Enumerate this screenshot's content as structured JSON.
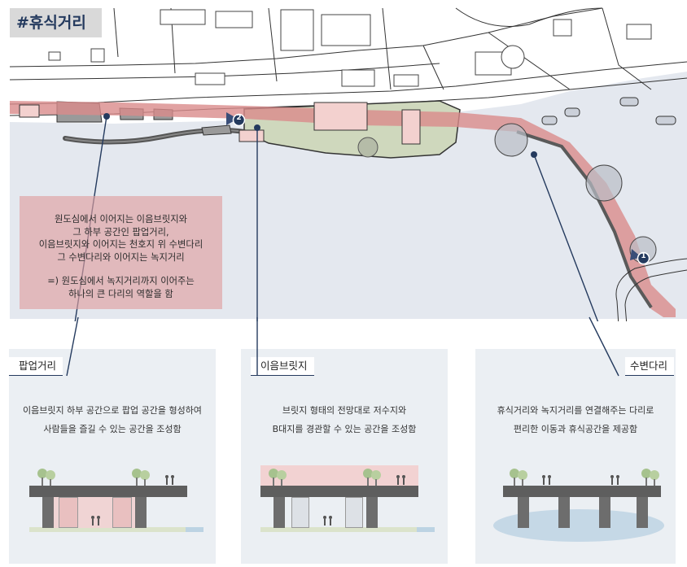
{
  "header": {
    "hashtag": "#휴식거리"
  },
  "description": {
    "lines": [
      "원도심에서 이어지는 이음브릿지와",
      "그 하부 공간인 팝업거리,",
      "이음브릿지와 이어지는 천호지 위 수변다리",
      "그 수변다리와 이어지는 녹지거리"
    ],
    "summary_lines": [
      "=) 원도심에서 녹지거리까지 이어주는",
      "하나의 큰 다리의 역할을 함"
    ]
  },
  "markers": {
    "one": "1",
    "two": "2"
  },
  "panels": [
    {
      "title": "팝업거리",
      "lines": [
        "이음브릿지 하부 공간으로 팝업 공간을 형성하여",
        "사람들을 즐길 수 있는 공간을 조성함"
      ]
    },
    {
      "title": "이음브릿지",
      "lines": [
        "브릿지 형태의 전망대로 저수지와",
        "B대지를 경관할 수 있는 공간을 조성함"
      ]
    },
    {
      "title": "수변다리",
      "lines": [
        "휴식거리와 녹지거리를 연결해주는 다리로",
        "편리한 이동과 휴식공간을 제공함"
      ]
    }
  ],
  "colors": {
    "water": "#e4e8ef",
    "bridge": "#d98b8b",
    "green_space": "#cfd8bd",
    "navy_accent": "#243a5e",
    "panel_bg": "#ebeff3"
  },
  "icons": [
    "tree-icon",
    "person-icon",
    "marker-icon"
  ]
}
